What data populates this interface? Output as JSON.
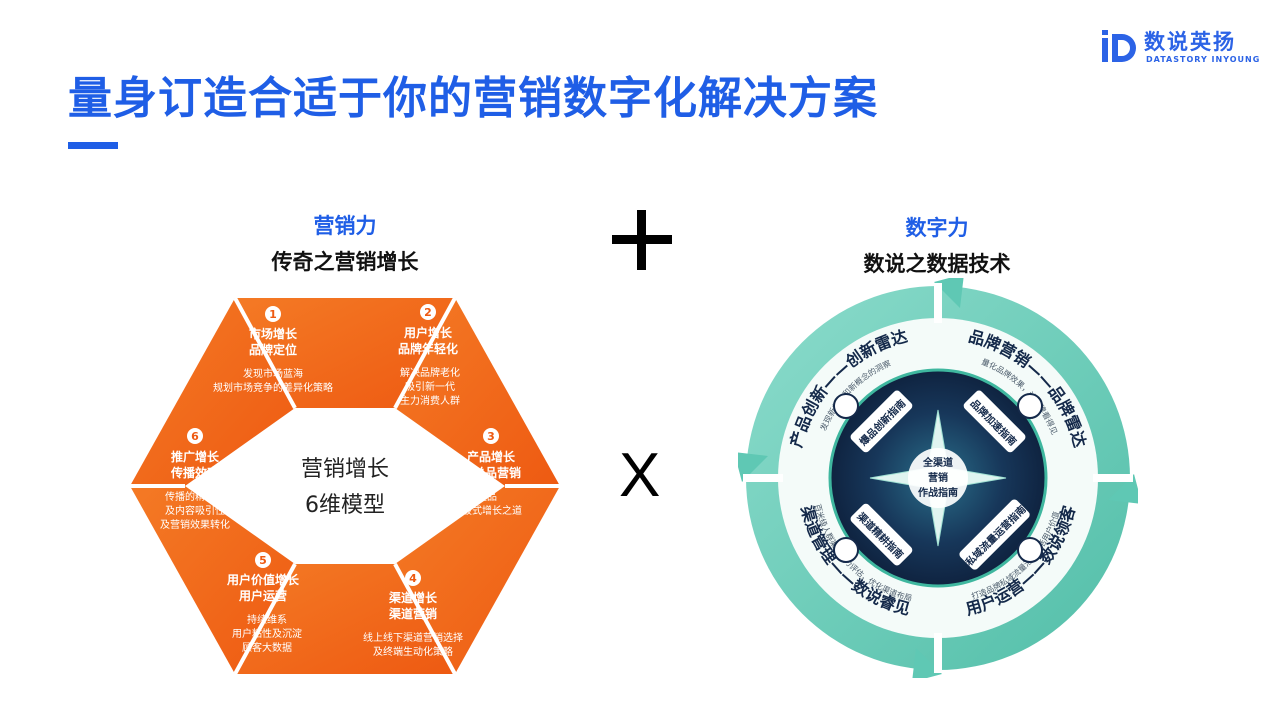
{
  "page": {
    "title": "量身订造合适于你的营销数字化解决方案"
  },
  "logo": {
    "name_cn": "数说英扬",
    "name_en": "DATASTORY INYOUNG"
  },
  "marketing": {
    "label": "营销力",
    "subtitle": "传奇之营销增长",
    "center_line1": "营销增长",
    "center_line2": "6维模型",
    "segments": [
      {
        "num": "1",
        "title1": "市场增长",
        "title2": "品牌定位",
        "desc1": "发现市场蓝海",
        "desc2": "规划市场竞争的差异化策略",
        "desc3": ""
      },
      {
        "num": "2",
        "title1": "用户增长",
        "title2": "品牌年轻化",
        "desc1": "解决品牌老化",
        "desc2": "吸引新一代",
        "desc3": "主力消费人群"
      },
      {
        "num": "3",
        "title1": "产品增长",
        "title2": "大单品营销",
        "desc1": "精准选品",
        "desc2": "产品突破式增长之道",
        "desc3": ""
      },
      {
        "num": "4",
        "title1": "渠道增长",
        "title2": "渠道营销",
        "desc1": "线上线下渠道营销选择",
        "desc2": "及终端生动化策略",
        "desc3": ""
      },
      {
        "num": "5",
        "title1": "用户价值增长",
        "title2": "用户运营",
        "desc1": "持续维系",
        "desc2": "用户粘性及沉淀",
        "desc3": "顾客大数据"
      },
      {
        "num": "6",
        "title1": "推广增长",
        "title2": "传播效率",
        "desc1": "传播的精准性",
        "desc2": "及内容吸引性",
        "desc3": "及营销效果转化"
      }
    ]
  },
  "operator_plus": "+",
  "operator_times": "X",
  "digital": {
    "label": "数字力",
    "subtitle": "数说之数据技术",
    "center": [
      "全渠道",
      "营销",
      "作战指南"
    ],
    "outer_labels": [
      "产品创新——创新雷达",
      "品牌营销——品牌雷达",
      "渠道管理——数说睿见",
      "用户运营——数说领客"
    ],
    "outer_descs": [
      "发现新趋势和新概念的洞察",
      "量化品牌效果，让品牌看得见",
      "百米级人群渠道潜力评估，优化渠道布局",
      "打造品牌私域流量池，激活用户价值"
    ],
    "inner_labels": [
      "爆品创新指南",
      "品牌加速指南",
      "渠道精耕指南",
      "私域流量运营指南"
    ]
  },
  "colors": {
    "brand_blue": "#1f5ee6",
    "orange": "#f26a1b",
    "teal": "#5fc8b4",
    "dark_navy": "#14294a"
  }
}
